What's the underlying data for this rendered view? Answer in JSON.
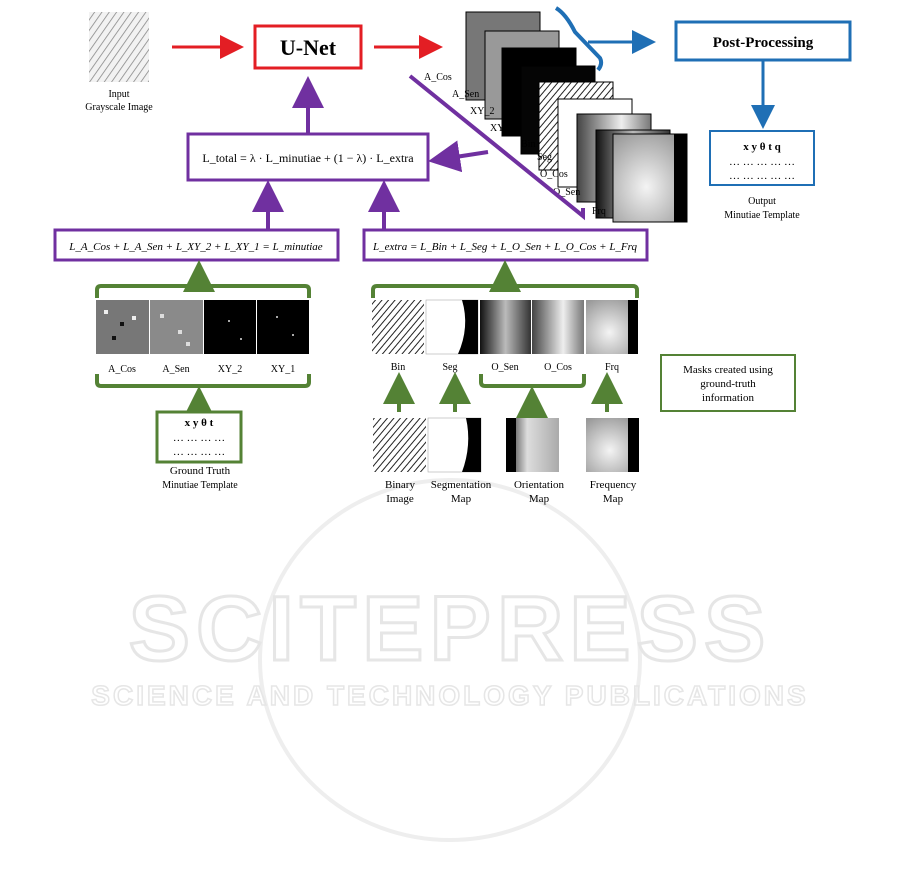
{
  "input": {
    "label_line1": "Input",
    "label_line2": "Grayscale Image"
  },
  "unet": {
    "label": "U-Net"
  },
  "post_processing": {
    "label": "Post-Processing"
  },
  "output": {
    "header": "x  y  θ  t  q",
    "row1": "… … … … …",
    "row2": "… … … … …",
    "label_line1": "Output",
    "label_line2": "Minutiae Template"
  },
  "stack_labels": [
    "A_Cos",
    "A_Sen",
    "XY_2",
    "XY_1",
    "Bin",
    "Seg",
    "O_Cos",
    "O_Sen",
    "Frq"
  ],
  "losses": {
    "total": "L_total = λ · L_minutiae + (1 − λ) · L_extra",
    "minutiae": "L_A_Cos + L_A_Sen + L_XY_2 + L_XY_1 = L_minutiae",
    "extra": "L_extra = L_Bin + L_Seg + L_O_Sen + L_O_Cos + L_Frq"
  },
  "minutiae_masks": [
    "A_Cos",
    "A_Sen",
    "XY_2",
    "XY_1"
  ],
  "extra_masks": [
    "Bin",
    "Seg",
    "O_Sen",
    "O_Cos",
    "Frq"
  ],
  "ground_truth": {
    "header": "x  y  θ  t",
    "row1": "… … … …",
    "row2": "… … … …",
    "label_line1": "Ground Truth",
    "label_line2": "Minutiae Template"
  },
  "source_maps": [
    {
      "line1": "Binary",
      "line2": "Image"
    },
    {
      "line1": "Segmentation",
      "line2": "Map"
    },
    {
      "line1": "Orientation",
      "line2": "Map"
    },
    {
      "line1": "Frequency",
      "line2": "Map"
    }
  ],
  "note": {
    "line1": "Masks created using",
    "line2": "ground-truth",
    "line3": "information"
  },
  "watermark": {
    "title": "SCITEPRESS",
    "subtitle": "SCIENCE AND TECHNOLOGY PUBLICATIONS"
  },
  "colors": {
    "red": "#e31e24",
    "blue": "#1f6fb5",
    "purple": "#7030a0",
    "green": "#548235"
  }
}
